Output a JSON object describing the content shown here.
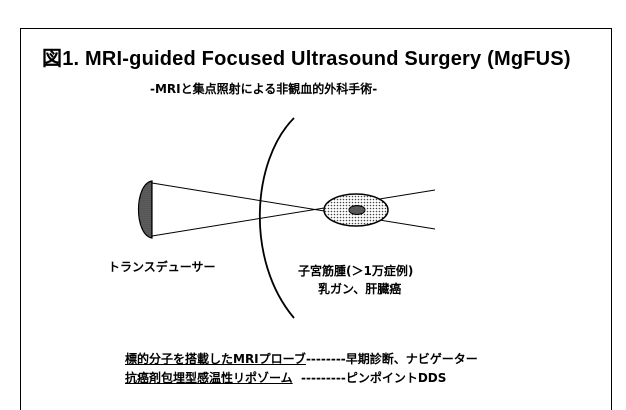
{
  "figure": {
    "title": "図1. MRI-guided Focused Ultrasound Surgery (MgFUS)",
    "subtitle": "-MRIと集点照射による非観血的外科手術-"
  },
  "labels": {
    "transducer": "トランスデューサー",
    "target_line1": "子宮筋腫(＞1万症例)",
    "target_line2": "乳ガン、肝臓癌"
  },
  "bottom_notes": [
    {
      "term": "標的分子を搭載したMRIプローブ",
      "dashes": "--------",
      "desc": "早期診断、ナビゲーター"
    },
    {
      "term": "抗癌剤包埋型感温性リポゾーム",
      "dashes": "  ---------",
      "desc": "ピンポイントDDS"
    }
  ]
}
